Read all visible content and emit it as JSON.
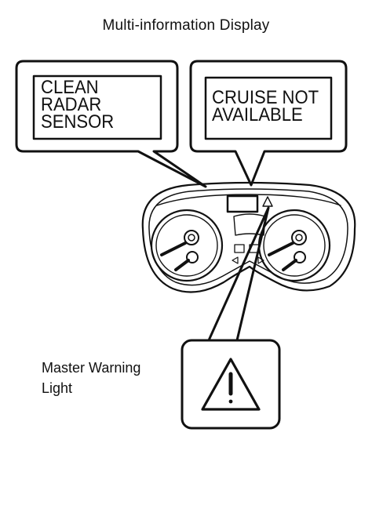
{
  "title": "Multi-information Display",
  "messages": {
    "left": "CLEAN\nRADAR\nSENSOR",
    "right": "CRUISE NOT\nAVAILABLE"
  },
  "warning_label": "Master Warning\nLight",
  "icons": {
    "warning": "warning-triangle-icon",
    "warning_small": "warning-triangle-icon-small",
    "gauges": "gauge-needle-icon"
  },
  "colors": {
    "stroke": "#111111",
    "background": "#ffffff"
  }
}
